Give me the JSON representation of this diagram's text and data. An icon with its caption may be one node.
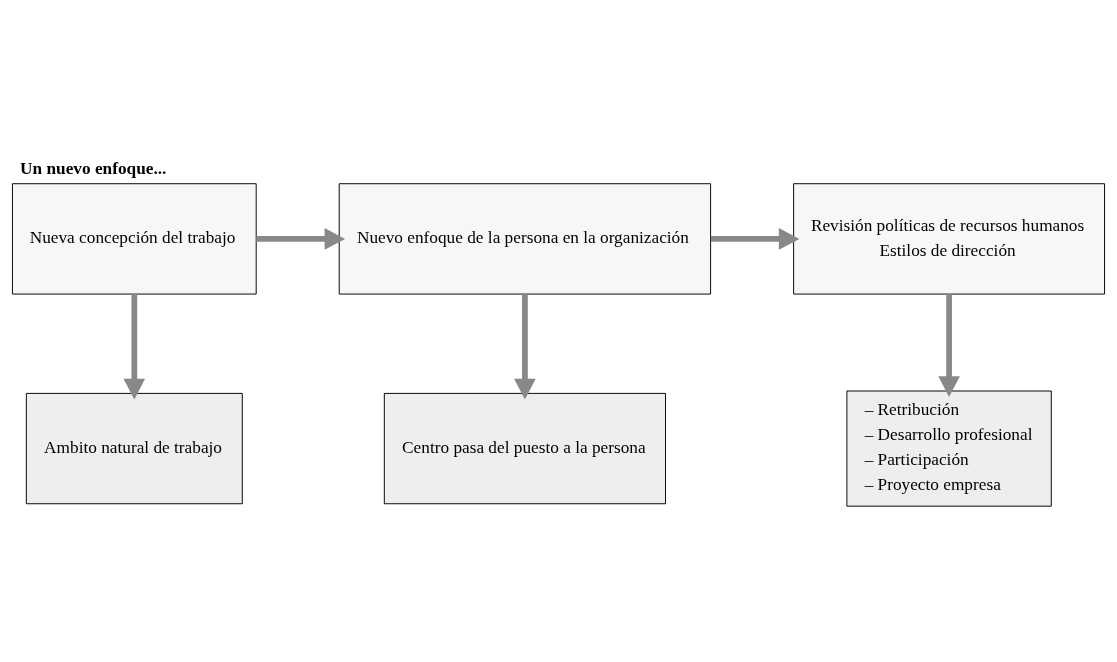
{
  "diagram": {
    "title": "Un nuevo enfoque...",
    "nodes": [
      {
        "text": [
          "Nueva concepción del trabajo"
        ]
      },
      {
        "text": [
          "Nuevo enfoque de la persona en la organización"
        ]
      },
      {
        "text": [
          "Revisión políticas de recursos humanos",
          "Estilos de dirección"
        ]
      },
      {
        "text": [
          "Ambito natural de trabajo"
        ]
      },
      {
        "text": [
          "Centro pasa del puesto a la persona"
        ]
      },
      {
        "text": [
          "– Retribución",
          "– Desarrollo profesional",
          "– Participación",
          "– Proyecto empresa"
        ]
      }
    ],
    "edges": [
      {
        "from": 0,
        "to": 1,
        "arrow": "to"
      },
      {
        "from": 1,
        "to": 2,
        "arrow": "to"
      },
      {
        "from": 0,
        "to": 3,
        "arrow": "to"
      },
      {
        "from": 1,
        "to": 4,
        "arrow": "to"
      },
      {
        "from": 2,
        "to": 5,
        "arrow": "to"
      }
    ]
  }
}
